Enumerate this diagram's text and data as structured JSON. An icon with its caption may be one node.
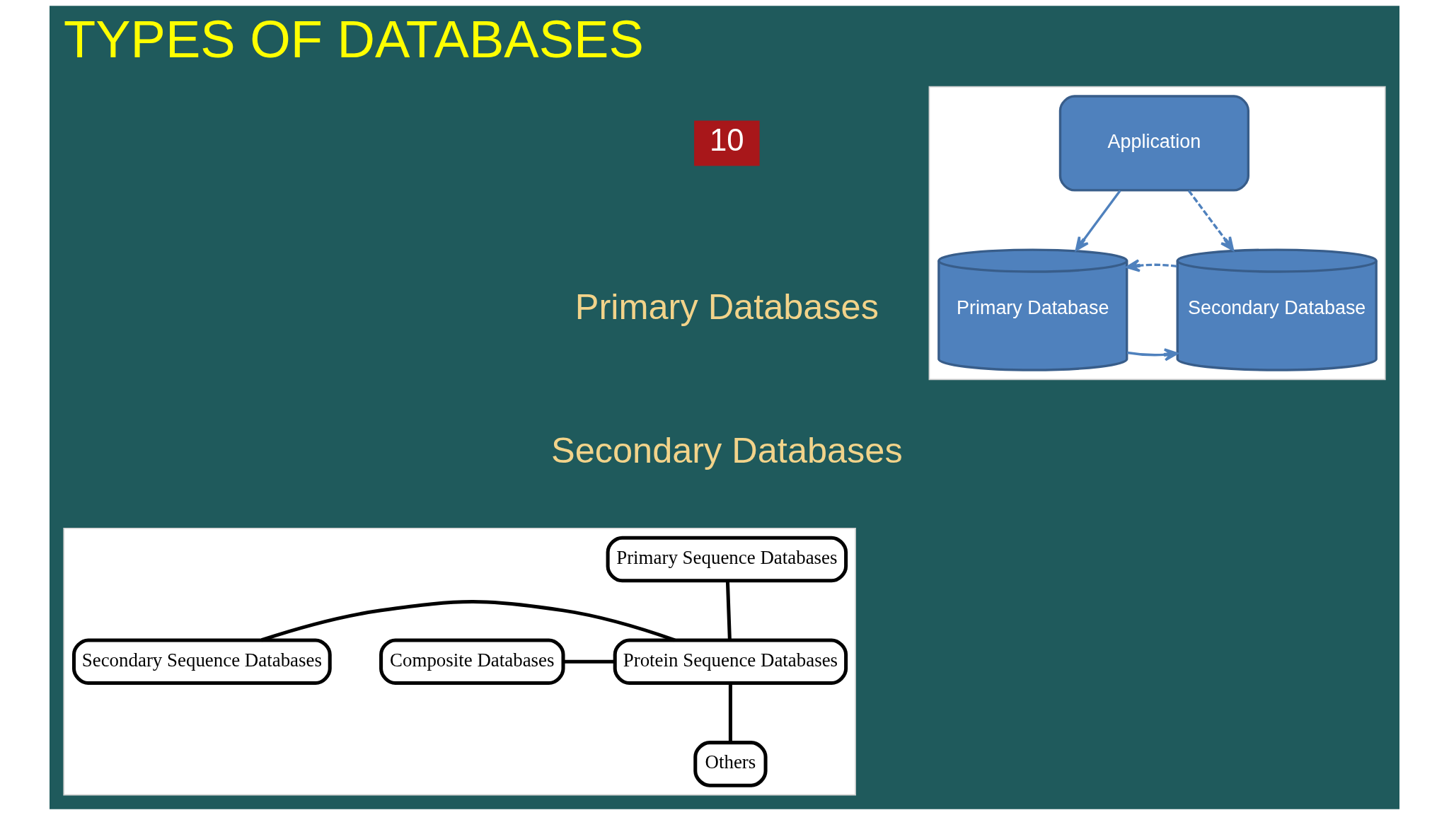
{
  "diagram": {
    "title": "TYPES OF DATABASES",
    "nodes": [
      {
        "text": [],
        "shape": "box"
      },
      {
        "text": [
          "Primary Sequence Databases"
        ],
        "in": 0
      },
      {
        "text": [
          "Composite Databases"
        ],
        "in": 0
      },
      {
        "text": [
          "Protein Sequence Databases"
        ],
        "in": 0
      },
      {
        "text": [
          "Secondary Sequence Databases"
        ],
        "in": 0
      },
      {
        "text": [
          "Others"
        ],
        "in": 0
      },
      {
        "text": [],
        "shape": "box"
      },
      {
        "text": [
          "Application"
        ],
        "in": 6
      },
      {
        "text": [
          "Primary Database"
        ],
        "in": 6
      },
      {
        "text": [
          "Secondary Database"
        ],
        "in": 6
      }
    ],
    "edges": [
      {
        "from": 1,
        "to": 3,
        "arrow": "none"
      },
      {
        "from": 2,
        "to": 3,
        "arrow": "none"
      },
      {
        "from": 3,
        "to": 4,
        "arrow": "none"
      },
      {
        "from": 3,
        "to": 5,
        "arrow": "none"
      },
      {
        "from": 7,
        "to": 8,
        "arrow": "to",
        "color": "#4f81bd"
      },
      {
        "from": 7,
        "to": 9,
        "arrow": "to",
        "style": "dashed",
        "color": "#4f81bd"
      },
      {
        "from": 8,
        "to": 9,
        "arrow": "to",
        "color": "#4f81bd"
      },
      {
        "from": 9,
        "to": 8,
        "arrow": "to",
        "style": "dashed",
        "color": "#4f81bd"
      }
    ],
    "labels": [
      "10",
      "Primary Databases",
      "Secondary Databases"
    ]
  }
}
